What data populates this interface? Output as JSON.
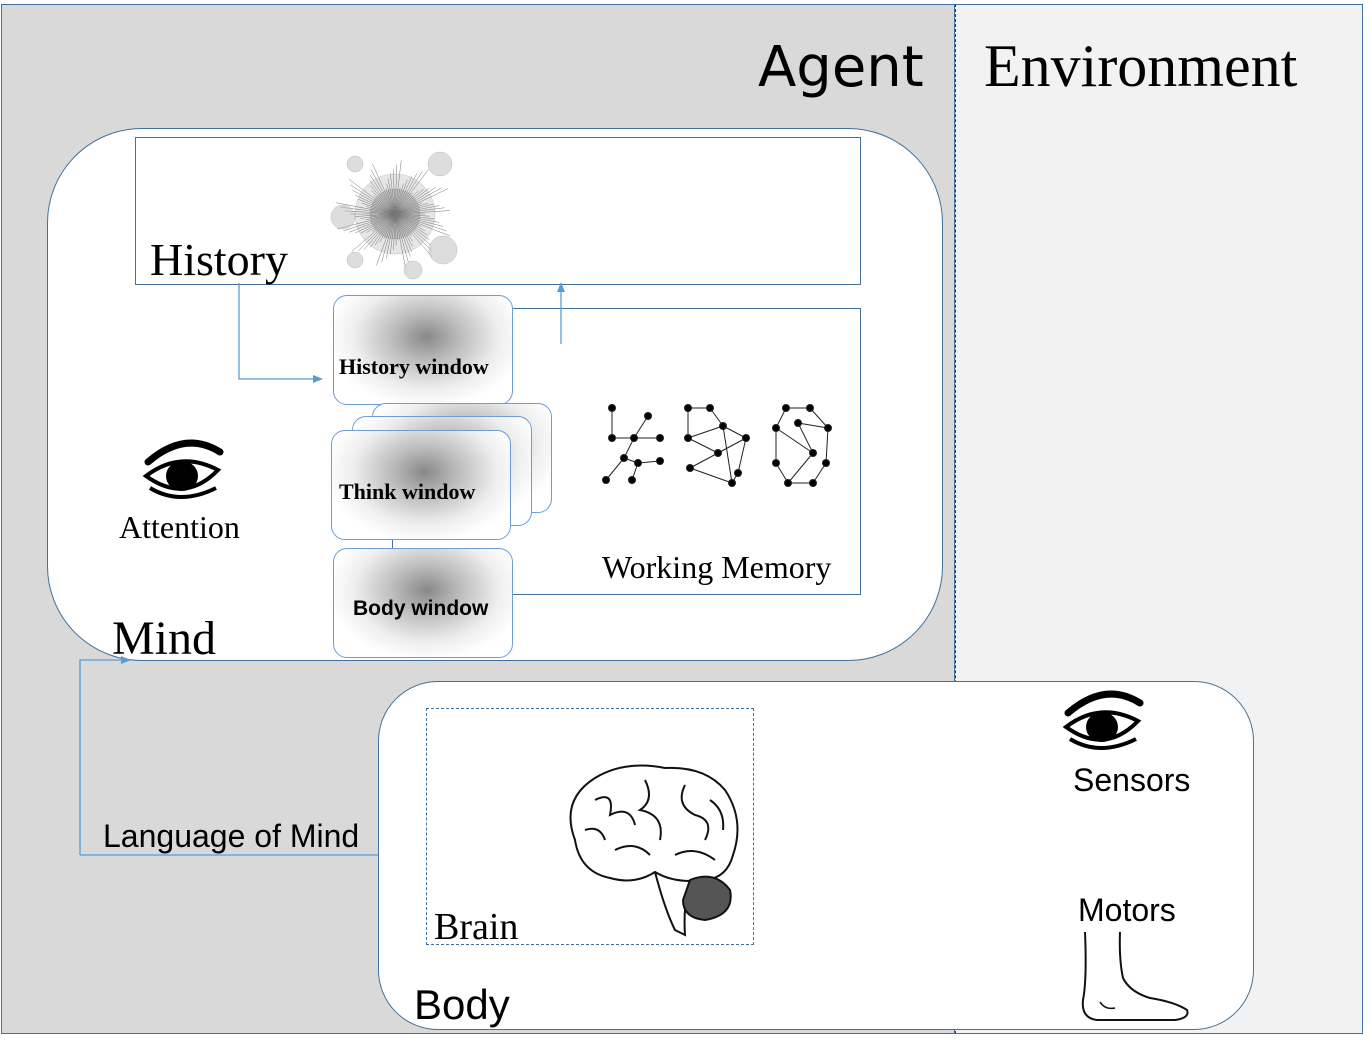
{
  "agent_title": "Agent",
  "environment_title": "Environment",
  "mind": {
    "label": "Mind",
    "history_label": "History",
    "history_window": "History window",
    "think_window": "Think window",
    "body_window": "Body window",
    "working_memory": "Working Memory",
    "attention": "Attention"
  },
  "body": {
    "label": "Body",
    "brain": "Brain",
    "sensors": "Sensors",
    "motors": "Motors"
  },
  "connector_label": "Language of Mind",
  "colors": {
    "agent_bg": "#d9d9d9",
    "environment_bg": "#f2f2f2",
    "border": "#41719c",
    "arrow": "#5b9bd5"
  }
}
